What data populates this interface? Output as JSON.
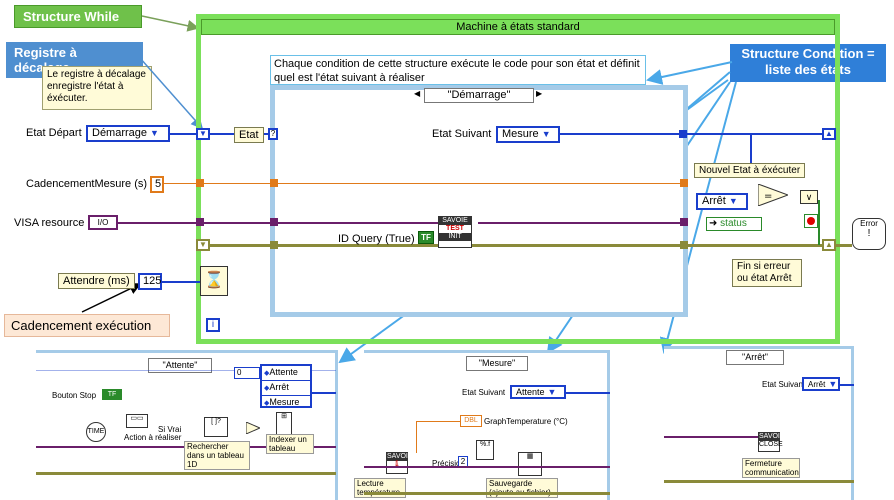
{
  "callouts": {
    "structure_while": "Structure  While",
    "shift_register": "Registre à décalage",
    "shift_register_note": "Le registre à décalage enregistre l'état à éxécuter.",
    "condition_note": "Chaque condition de cette structure exécute le code pour son état et définit quel est l'état suivant à réaliser",
    "structure_condition": "Structure Condition = liste des états",
    "cadencement": "Cadencement exécution"
  },
  "main": {
    "title": "Machine à états standard",
    "etat_depart_label": "Etat Départ",
    "etat_depart_value": "Démarrage",
    "etat_indicator": "Etat",
    "case_selector": "\"Démarrage\"",
    "cadencement_label": "CadencementMesure (s)",
    "cadencement_value": "5",
    "visa_label": "VISA resource",
    "visa_value": "I/O",
    "attendre_label": "Attendre (ms)",
    "attendre_value": "125",
    "etat_suivant_label": "Etat Suivant",
    "etat_suivant_value": "Mesure",
    "id_query_label": "ID Query (True)",
    "id_query_value": "TF",
    "nouvel_etat": "Nouvel Etat à éxécuter",
    "arret_value": "Arrêt",
    "status_label": "status",
    "fin_note": "Fin si erreur ou état Arrêt",
    "iteration_terminal": "i",
    "error_icon": "Error"
  },
  "cases": {
    "attente": {
      "selector": "\"Attente\"",
      "bouton_stop": "Bouton Stop",
      "action_label": "Action à réaliser",
      "si_vrai": "Si Vrai",
      "index_value": "0",
      "enum_items": [
        "Attente",
        "Arrêt",
        "Mesure"
      ],
      "rechercher": "Rechercher dans un tableau 1D",
      "indexer": "Indexer un tableau"
    },
    "mesure": {
      "selector": "\"Mesure\"",
      "etat_suivant_label": "Etat Suivant",
      "etat_suivant_value": "Attente",
      "graph_label": "GraphTemperature (°C)",
      "precision_label": "Précision",
      "precision_value": "2",
      "lecture": "Lecture température",
      "sauvegarde": "Sauvegarde (ajoute au fichier)"
    },
    "arret": {
      "selector": "\"Arrêt\"",
      "etat_suivant_label": "Etat Suivant",
      "etat_suivant_value": "Arrêt",
      "fermeture": "Fermeture communication"
    }
  },
  "colors": {
    "while_loop": "#7be05a",
    "case_frame": "#a5cbe8",
    "enum_wire": "#1a3ecc",
    "numeric_wire": "#e07a1a",
    "visa_wire": "#6a1f6a",
    "error_wire": "#8a8a3a"
  }
}
